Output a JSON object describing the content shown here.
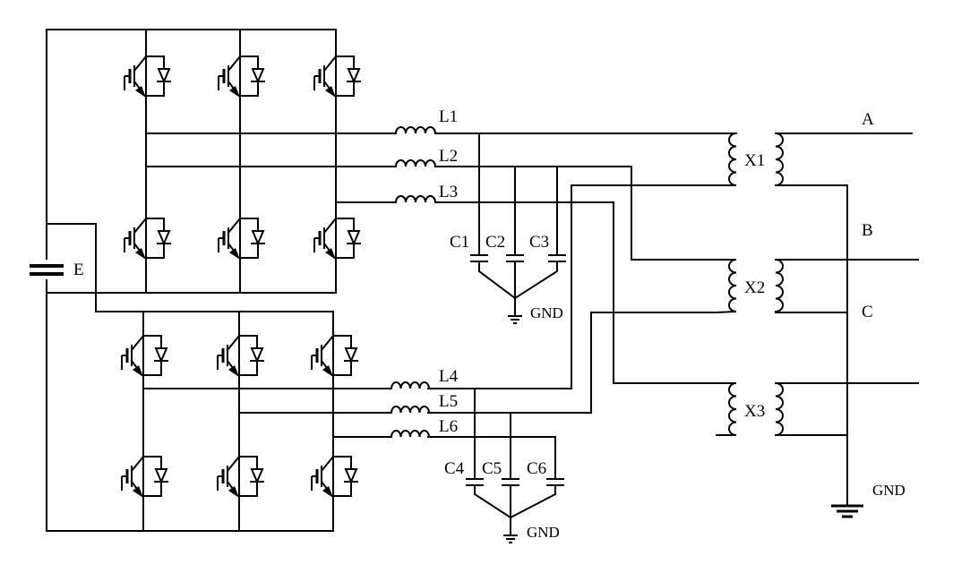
{
  "labels": {
    "source": "E",
    "inductors": [
      "L1",
      "L2",
      "L3",
      "L4",
      "L5",
      "L6"
    ],
    "capacitors": [
      "C1",
      "C2",
      "C3",
      "C4",
      "C5",
      "C6"
    ],
    "transformers": [
      "X1",
      "X2",
      "X3"
    ],
    "phases": [
      "A",
      "B",
      "C"
    ],
    "ground": "GND"
  }
}
